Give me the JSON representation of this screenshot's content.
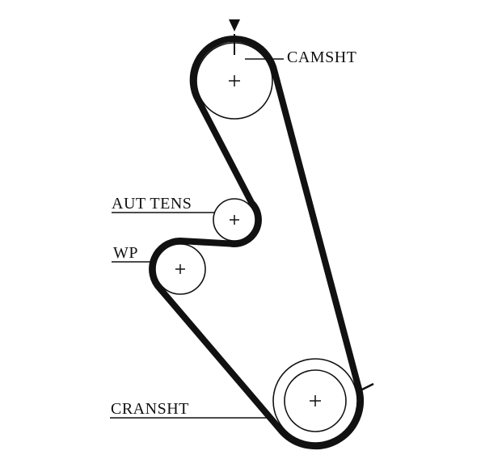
{
  "labels": {
    "camshaft": "CAMSHT",
    "tensioner": "AUT TENS",
    "water_pump": "WP",
    "crankshaft": "CRANSHT"
  },
  "icons": {
    "direction_arrow": "triangle-down",
    "pulley_center_mark": "plus-cross",
    "timing_mark": "vertical-tick",
    "tension_mark": "short-dash"
  },
  "colors": {
    "line": "#111111",
    "background": "#ffffff"
  }
}
